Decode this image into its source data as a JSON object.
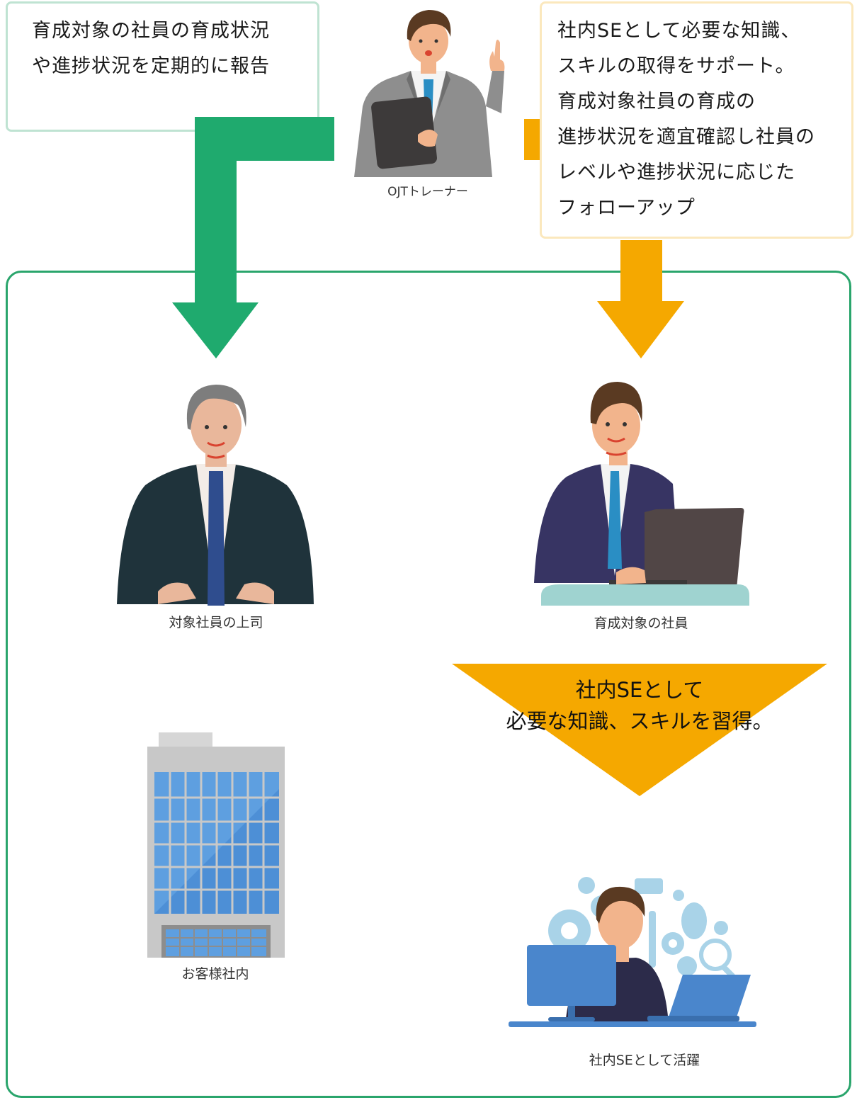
{
  "callout_left": {
    "lines": [
      "育成対象の社員の育成状況",
      "や進捗状況を定期的に報告"
    ]
  },
  "callout_right": {
    "lines": [
      "社内SEとして必要な知識、",
      "スキルの取得をサポート。",
      "育成対象社員の育成の",
      "進捗状況を適宜確認し社員の",
      "レベルや進捗状況に応じた",
      "フォローアップ"
    ]
  },
  "trainer": {
    "label": "OJTトレーナー"
  },
  "boss": {
    "label": "対象社員の上司"
  },
  "trainee": {
    "label": "育成対象の社員"
  },
  "office": {
    "label": "お客様社内"
  },
  "banner": {
    "lines": [
      "社内SEとして",
      "必要な知識、スキルを習得。"
    ]
  },
  "result": {
    "label": "社内SEとして活躍"
  },
  "colors": {
    "green": "#1faa6e",
    "orange": "#f5a800",
    "frame": "#2aa56c"
  }
}
